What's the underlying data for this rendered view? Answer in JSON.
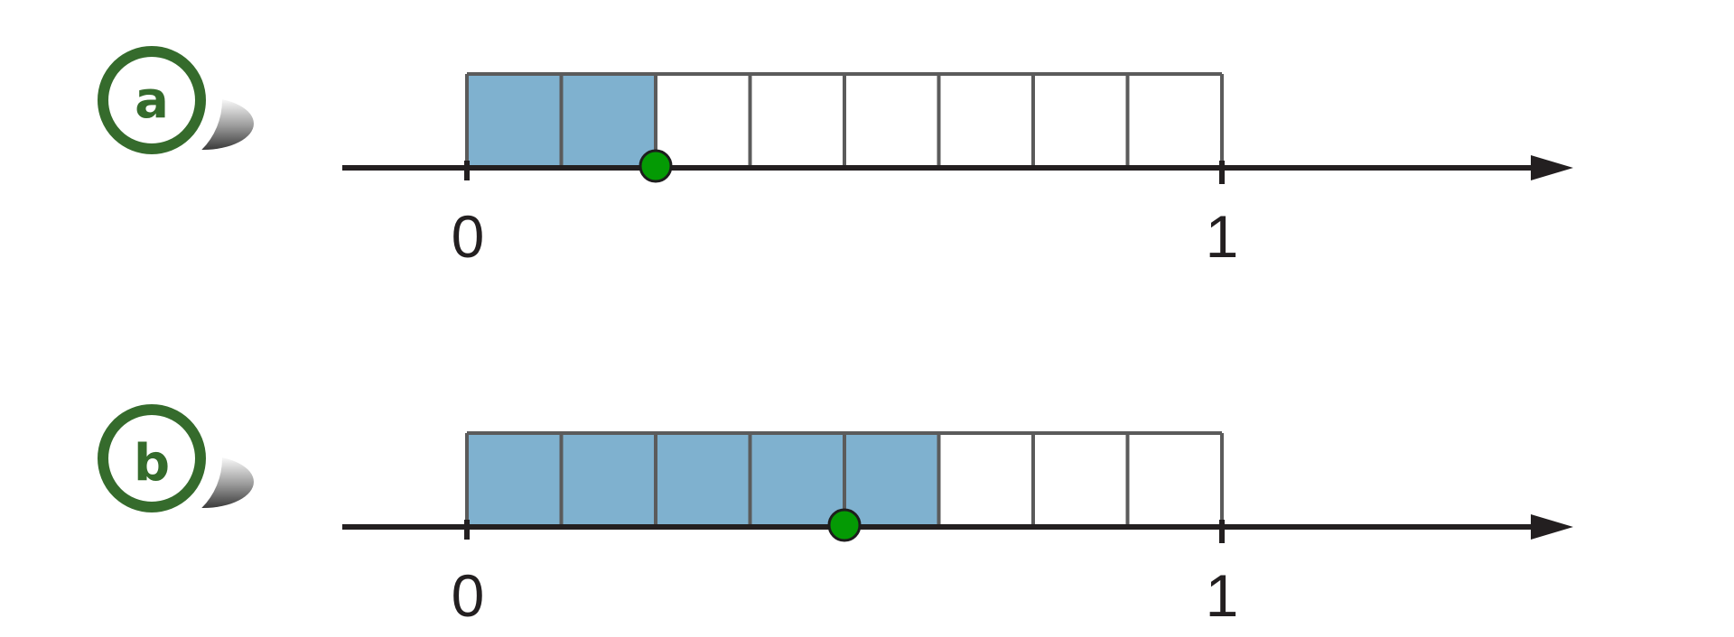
{
  "colors": {
    "badge_green": "#356b2c",
    "shade_blue": "#7fb1cf",
    "grid_gray": "#5b5b5b",
    "axis_black": "#231f20",
    "point_green": "#049a04"
  },
  "panels": [
    {
      "badge": "a",
      "divisions": 8,
      "shaded": 2,
      "point_at": 0.25,
      "labels": [
        {
          "value": 0,
          "text": "0"
        },
        {
          "value": 1,
          "text": "1"
        }
      ]
    },
    {
      "badge": "b",
      "divisions": 8,
      "shaded": 5,
      "point_at": 0.5,
      "labels": [
        {
          "value": 0,
          "text": "0"
        },
        {
          "value": 1,
          "text": "1"
        }
      ]
    }
  ]
}
